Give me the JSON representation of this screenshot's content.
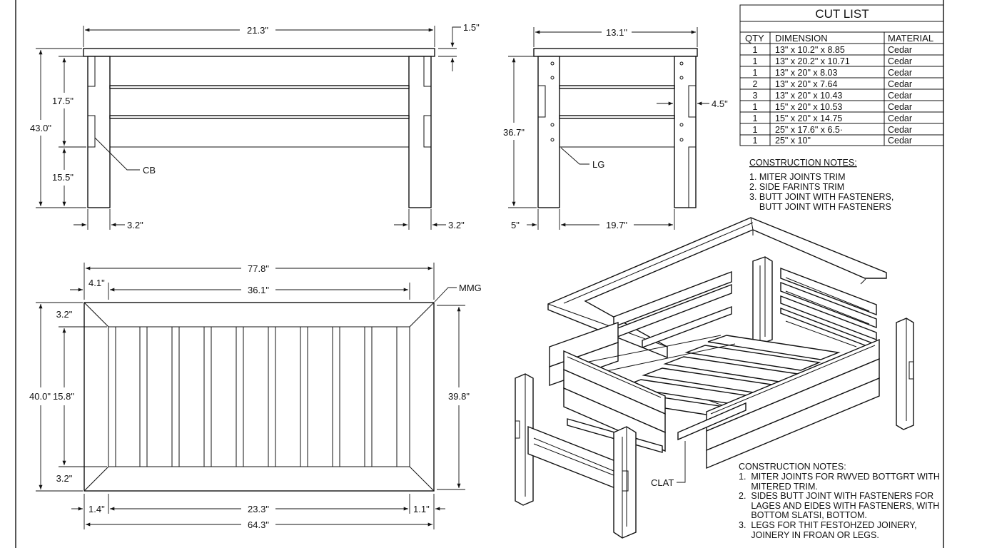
{
  "front_view": {
    "dims": {
      "top_width": "21.3\"",
      "top_thickness": "1.5\"",
      "overall_height": "43.0\"",
      "upper_height": "17.5\"",
      "lower_height": "15.5\"",
      "left_leg": "3.2\"",
      "right_leg": "3.2\""
    },
    "callout": "CB"
  },
  "side_view": {
    "dims": {
      "width": "13.1\"",
      "height": "36.7\"",
      "rail": "4.5\"",
      "leg": "5\"",
      "inner": "19.7\""
    },
    "callout": "LG"
  },
  "plan_view": {
    "dims": {
      "overall": "77.8\"",
      "border": "4.1\"",
      "inner": "36.1\"",
      "top_border": "3.2\"",
      "height": "40.0\"",
      "inner_height": "15.8\"",
      "bottom_border": "3.2\"",
      "right_height": "39.8\"",
      "left_border": "1.4\"",
      "bottom_inner": "23.3\"",
      "right_border": "1.1\"",
      "base": "64.3\""
    },
    "callout": "MMG"
  },
  "exploded_view": {
    "callout": "CLAT"
  },
  "cut_list": {
    "title": "CUT LIST",
    "columns": [
      "QTY",
      "DIMENSION",
      "MATERIAL"
    ],
    "rows": [
      [
        "1",
        "13\" x 10.2\" x 8.85",
        "Cedar"
      ],
      [
        "1",
        "13\" x 20.2\" x 10.71",
        "Cedar"
      ],
      [
        "1",
        "13\" x 20\" x 8.03",
        "Cedar"
      ],
      [
        "2",
        "13\" x 20\" x 7.64",
        "Cedar"
      ],
      [
        "3",
        "13\" x 20\" x 10.43",
        "Cedar"
      ],
      [
        "1",
        "15\" x 20\" x 10.53",
        "Cedar"
      ],
      [
        "1",
        "15\" x 20\" x 14.75",
        "Cedar"
      ],
      [
        "1",
        "25\" x 17.6\" x 6.5·",
        "Cedar"
      ],
      [
        "1",
        "25\" x 10\"",
        "Cedar"
      ]
    ]
  },
  "notes_upper": {
    "title": "CONSTRUCTION NOTES:",
    "lines": [
      "1. MITER JOINTS TRIM",
      "2. SIDE FARINTS TRIM",
      "3. BUTT JOINT WITH FASTENERS,",
      "    BUTT JOINT WITH FASTENERS"
    ]
  },
  "notes_lower": {
    "title": "CONSTRUCTION NOTES:",
    "lines": [
      "1.  MITER JOINTS FOR RWVED BOTTGRT WITH",
      "     MITERED TRIM.",
      "2.  SIDES BUTT JOINT WITH FASTENERS FOR",
      "     LAGES AND EIDES WITH FASTENERS, WITH",
      "     BOTTOM SLATSI, BOTTOM.",
      "3.  LEGS FOR THIT FESTOHZED JOINERY,",
      "     JOINERY IN FROAN OR LEGS."
    ]
  }
}
